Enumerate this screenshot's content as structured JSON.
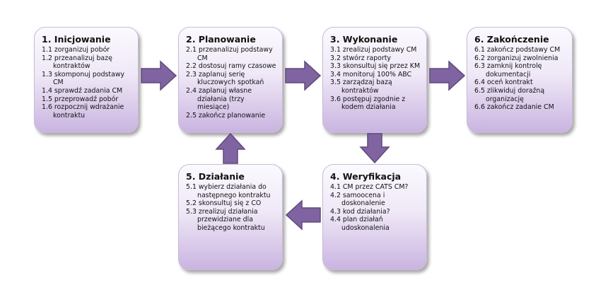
{
  "colors": {
    "arrow": "#8064a2",
    "arrow_border": "#5f497a",
    "box_bottom": "#c9b4e0"
  },
  "stages": [
    {
      "title": "1. Inicjowanie",
      "items": [
        "1.1 zorganizuj pobór",
        "1.2 przeanalizuj bazę kontraktów",
        "1.3 skomponuj podstawy CM",
        "1.4 sprawdź zadania CM",
        "1.5 przeprowadź pobór",
        "1.6 rozpocznij wdrażanie kontraktu"
      ]
    },
    {
      "title": "2. Planowanie",
      "items": [
        "2.1 przeanalizuj podstawy CM",
        "2.2 dostosuj ramy czasowe",
        "2.3 zaplanuj serię kluczowych spotkań",
        "2.4 zaplanuj własne działania (trzy miesiące)",
        "2.5 zakończ planowanie"
      ]
    },
    {
      "title": "3. Wykonanie",
      "items": [
        "3.1 zrealizuj podstawy CM",
        "3.2 stwórz raporty",
        "3.3 skonsultuj się przez KM",
        "3.4 monitoruj 100% ABC",
        "3.5 zarządzaj bazą kontraktów",
        "3.6 postępuj zgodnie z kodem działania"
      ]
    },
    {
      "title": "6. Zakończenie",
      "items": [
        "6.1 zakończ podstawy CM",
        "6.2 zorganizuj zwolnienia",
        "6.3 zamknij kontrolę dokumentacji",
        "6.4 oceń kontrakt",
        "6.5 zlikwiduj doraźną organizację",
        "6.6 zakończ zadanie CM"
      ]
    },
    {
      "title": "4. Weryfikacja",
      "items": [
        "4.1 CM przez CATS CM?",
        "4.2 samoocena i doskonalenie",
        "4.3 kod działania?",
        "4.4 plan działań udoskonalenia"
      ]
    },
    {
      "title": "5. Działanie",
      "items": [
        "5.1 wybierz działania do następnego kontraktu",
        "5.2 skonsultuj się z CO",
        "5.3 zrealizuj działania przewidziane dla bieżącego kontraktu"
      ]
    }
  ]
}
